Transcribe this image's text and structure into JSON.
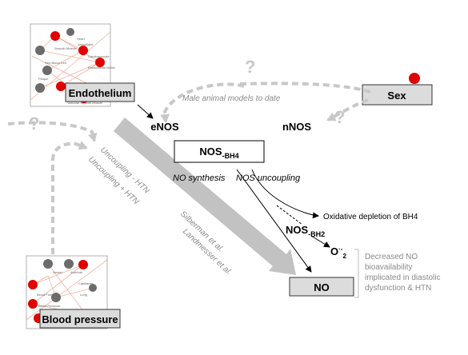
{
  "thumbnails": {
    "endothelium": {
      "node_labels": [
        "Heart",
        "Vasodilator",
        "Cardiomyocyte",
        "Extracellular Matrix",
        "Plaque",
        "Red Blood Cell",
        "Smooth Muscle",
        "Vascular Smooth Muscle"
      ]
    },
    "blood_pressure": {
      "node_labels": [
        "Vessel",
        "Arteriole",
        "Capillaries",
        "Lung",
        "Blood Flow",
        "Blood Pressure"
      ]
    }
  },
  "nodes": {
    "endothelium": "Endothelium",
    "sex": "Sex",
    "blood_pressure": "Blood pressure",
    "enos": "eNOS",
    "nnos": "nNOS",
    "nos_bh4": {
      "main": "NOS",
      "sub": "-BH4"
    },
    "nos_bh2": {
      "main": "NOS",
      "sub": "-BH2"
    },
    "o2": {
      "main": "O",
      "sub": "2",
      "sup": "·-"
    },
    "no": "NO"
  },
  "labels": {
    "male_models": "Male animal models to date",
    "no_synthesis": "NO synthesis",
    "nos_uncoupling": "NOS uncoupling",
    "oxidative_depletion": "Oxidative depletion of BH4",
    "uncoupling_minus_htn": "Uncoupling - HTN",
    "uncoupling_plus_htn": "Uncoupling + HTN",
    "silberman": "Silberman et al.",
    "landmesser": "Landmesser et al.",
    "q_top": "?",
    "q_left": "?",
    "q_right": "?"
  },
  "conclusion": {
    "lines": [
      "Decreased NO",
      "bioavailability",
      "implicated in diastolic",
      "dysfunction & HTN"
    ]
  },
  "colors": {
    "red_node": "#e00000",
    "grey_node": "#6b6b6b",
    "node_box_fill": "#dcdcdc",
    "dashed_grey": "#c8c8c8",
    "big_arrow": "#c2c2c2",
    "label_grey": "#8a8a8a",
    "network_edge": "#e9a08a"
  }
}
